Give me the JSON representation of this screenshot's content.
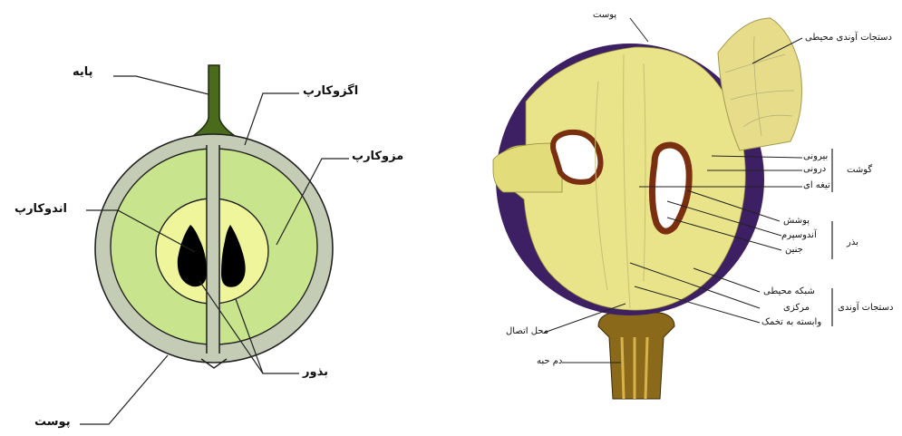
{
  "left_diagram": {
    "labels": {
      "stalk": "پایه",
      "exocarp": "اگزوکارپ",
      "mesocarp": "مزوکارپ",
      "endocarp": "اندوکارپ",
      "seed": "بذور",
      "skin": "پوست"
    },
    "colors": {
      "skin": "#c5ccb6",
      "mesocarp": "#c8e48c",
      "endocarp": "#eef59a",
      "seed": "#000000",
      "stalk": "#4a6a1c"
    }
  },
  "right_diagram": {
    "labels": {
      "skin": "پوست",
      "peripheral_vascular_top": "دستجات آوندی محیطی",
      "flesh_outer": "بیرونی",
      "flesh_inner": "درونی",
      "flesh_placental": "تیغه ای",
      "flesh_group": "گوشت",
      "seed_coat": "پوشش",
      "endosperm": "آندوسپرم",
      "embryo": "جنین",
      "seed_group": "بذر",
      "vascular_peripheral_network": "شبکه محیطی",
      "vascular_central": "مرکزی",
      "vascular_ovule": "وابسته به تخمک",
      "vascular_group": "دستجات آوندی",
      "attachment": "محل اتصال",
      "pedicel": "دم حبه"
    },
    "colors": {
      "skin": "#3d1f63",
      "flesh": "#e9e48a",
      "pedicel": "#8a6a1a"
    }
  }
}
